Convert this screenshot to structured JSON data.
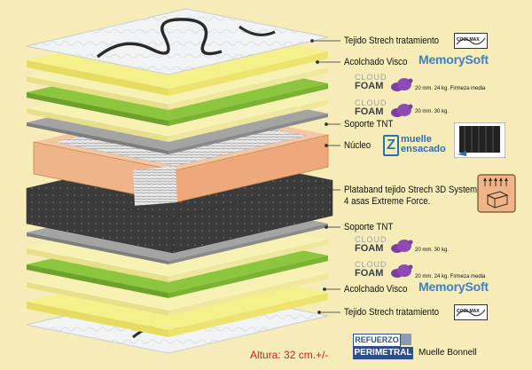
{
  "labels": {
    "tejido_top": "Tejido Strech tratamiento",
    "acolchado_top": "Acolchado Visco",
    "memory_top": "MemorySoft",
    "cloud1_spec": "20 mm. 24 kg. Firmeza media",
    "cloud2_spec": "20 mm. 30 kg.",
    "soporte_top": "Soporte TNT",
    "nucleo": "Núcleo",
    "muelle": "muelle",
    "ensacado": "ensacado",
    "plataband_line1": "Plataband tejido Strech 3D System.",
    "plataband_line2": "4 asas Extreme Force.",
    "soporte_bottom": "Soporte TNT",
    "cloud3_spec": "20 mm. 30 kg.",
    "cloud4_spec": "20 mm. 24 kg. Firmeza media",
    "acolchado_bottom": "Acolchado Visco",
    "memory_bottom": "MemorySoft",
    "tejido_bottom": "Tejido Strech tratamiento",
    "cloud_word": "CLOUD",
    "foam_word": "FOAM",
    "coolmax": "COOLMAX",
    "altura": "Altura: 32 cm.+/-",
    "refuerzo": "REFUERZO",
    "perimetral": "PERIMETRAL",
    "muelle_bonnell": "Muelle Bonnell"
  },
  "colors": {
    "background": "#f5ecb7",
    "yellow_layer": "#f4f08a",
    "green_layer": "#8cc63f",
    "grey_layer": "#9a9a9a",
    "orange_frame": "#f0b48a",
    "dark_band": "#3b3b3b",
    "white_fabric": "#f2f3f4",
    "memory_blue": "#3f7fc9",
    "cloud_purple": "#7a3fa0",
    "accent_red": "#e0192a"
  },
  "icons": [
    "coolmax-icon",
    "cloud-foam-icon",
    "muelle-ensacado-icon",
    "spring-units-icon",
    "box-arrows-icon",
    "refuerzo-perimetral-icon"
  ]
}
